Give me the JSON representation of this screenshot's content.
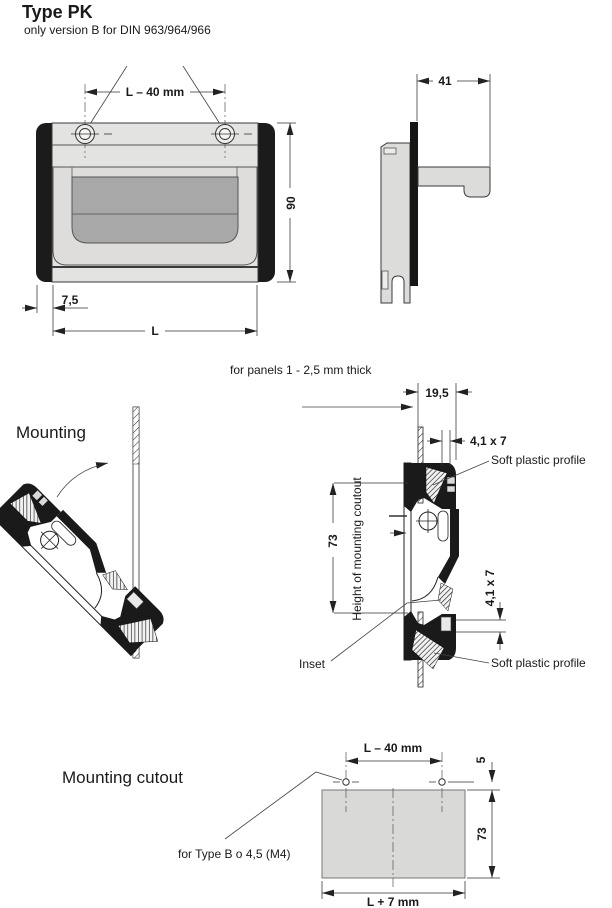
{
  "header": {
    "title": "Type PK",
    "subtitle": "only version B for DIN 963/964/966"
  },
  "front_view": {
    "dim_hole_spacing": "L – 40 mm",
    "dim_height": "90",
    "dim_edge_offset": "7,5",
    "dim_length": "L"
  },
  "side_view": {
    "dim_depth": "41"
  },
  "notes": {
    "panel_thickness": "for panels 1 - 2,5 mm thick",
    "screw_type": "for Type B o 4,5 (M4)"
  },
  "mounting": {
    "heading": "Mounting"
  },
  "cross_section": {
    "dim_flange": "19,5",
    "dim_slot_top": "4,1 x 7",
    "dim_slot_bottom": "4,1 x 7",
    "dim_cutout_height": "73",
    "label_soft_top": "Soft plastic profile",
    "label_soft_bottom": "Soft plastic profile",
    "label_inset": "Inset",
    "label_height": "Height of mounting coutout"
  },
  "cutout": {
    "heading": "Mounting cutout",
    "dim_hole_spacing": "L – 40 mm",
    "dim_hole_offset": "5",
    "dim_height": "73",
    "dim_width": "L + 7 mm"
  },
  "colors": {
    "line": "#333333",
    "black_part": "#1a1a1a",
    "body_gray": "#e3e3e1",
    "tray_gray": "#a8a8a8",
    "panel_gray": "#d9d9d7"
  }
}
